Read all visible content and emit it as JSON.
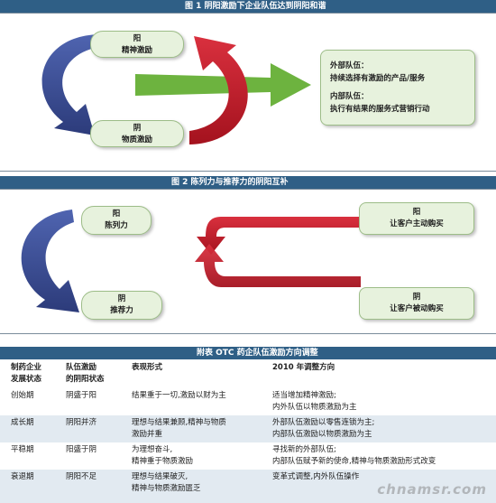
{
  "fig1": {
    "title": "图 1   阴阳激励下企业队伍达到阴阳和谐",
    "yang_line1": "阳",
    "yang_line2": "精神激励",
    "yin_line1": "阴",
    "yin_line2": "物质激励",
    "box_line1": "外部队伍：",
    "box_line2": "持续选择有激励的产品/服务",
    "box_line3": "内部队伍：",
    "box_line4": "执行有结果的服务式营销行动"
  },
  "fig2": {
    "title": "图 2   陈列力与推荐力的阴阳互补",
    "yang_line1": "阳",
    "yang_line2": "陈列力",
    "yin_line1": "阴",
    "yin_line2": "推荐力",
    "right_top_line1": "阳",
    "right_top_line2": "让客户主动购买",
    "right_bottom_line1": "阴",
    "right_bottom_line2": "让客户被动购买"
  },
  "table": {
    "title": "附表   OTC 药企队伍激励方向调整",
    "header": {
      "c1_line1": "制药企业",
      "c1_line2": "发展状态",
      "c2_line1": "队伍激励",
      "c2_line2": "的阴阳状态",
      "c3": "表现形式",
      "c4": "2010 年调整方向"
    },
    "rows": [
      {
        "c1": "创始期",
        "c2": "阴盛于阳",
        "c3": [
          "结果重于一切,激励以财为主"
        ],
        "c4": [
          "适当增加精神激励;",
          "内外队伍以物质激励为主"
        ]
      },
      {
        "c1": "成长期",
        "c2": "阴阳并济",
        "c3": [
          "理想与结果兼顾,精神与物质",
          "激励并重"
        ],
        "c4": [
          "外部队伍激励以零售连锁为主;",
          "内部队伍激励以物质激励为主"
        ]
      },
      {
        "c1": "平稳期",
        "c2": "阳盛于阴",
        "c3": [
          "为理想奋斗,",
          "精神重于物质激励"
        ],
        "c4": [
          "寻找新的外部队伍;",
          "内部队伍赋予新的使命,精神与物质激励形式改变"
        ]
      },
      {
        "c1": "衰退期",
        "c2": "阴阳不足",
        "c3": [
          "理想与结果破灭,",
          "精神与物质激励匮乏"
        ],
        "c4": [
          "变革式调整,内外队伍操作"
        ]
      }
    ]
  },
  "watermark": "chnamsr.com",
  "colors": {
    "bar": "#2f5f86",
    "blue_arrow": "#3d4f9a",
    "red_arrow": "#c8202f",
    "green_arrow": "#6db33f",
    "pill": "#e7f2dd"
  }
}
